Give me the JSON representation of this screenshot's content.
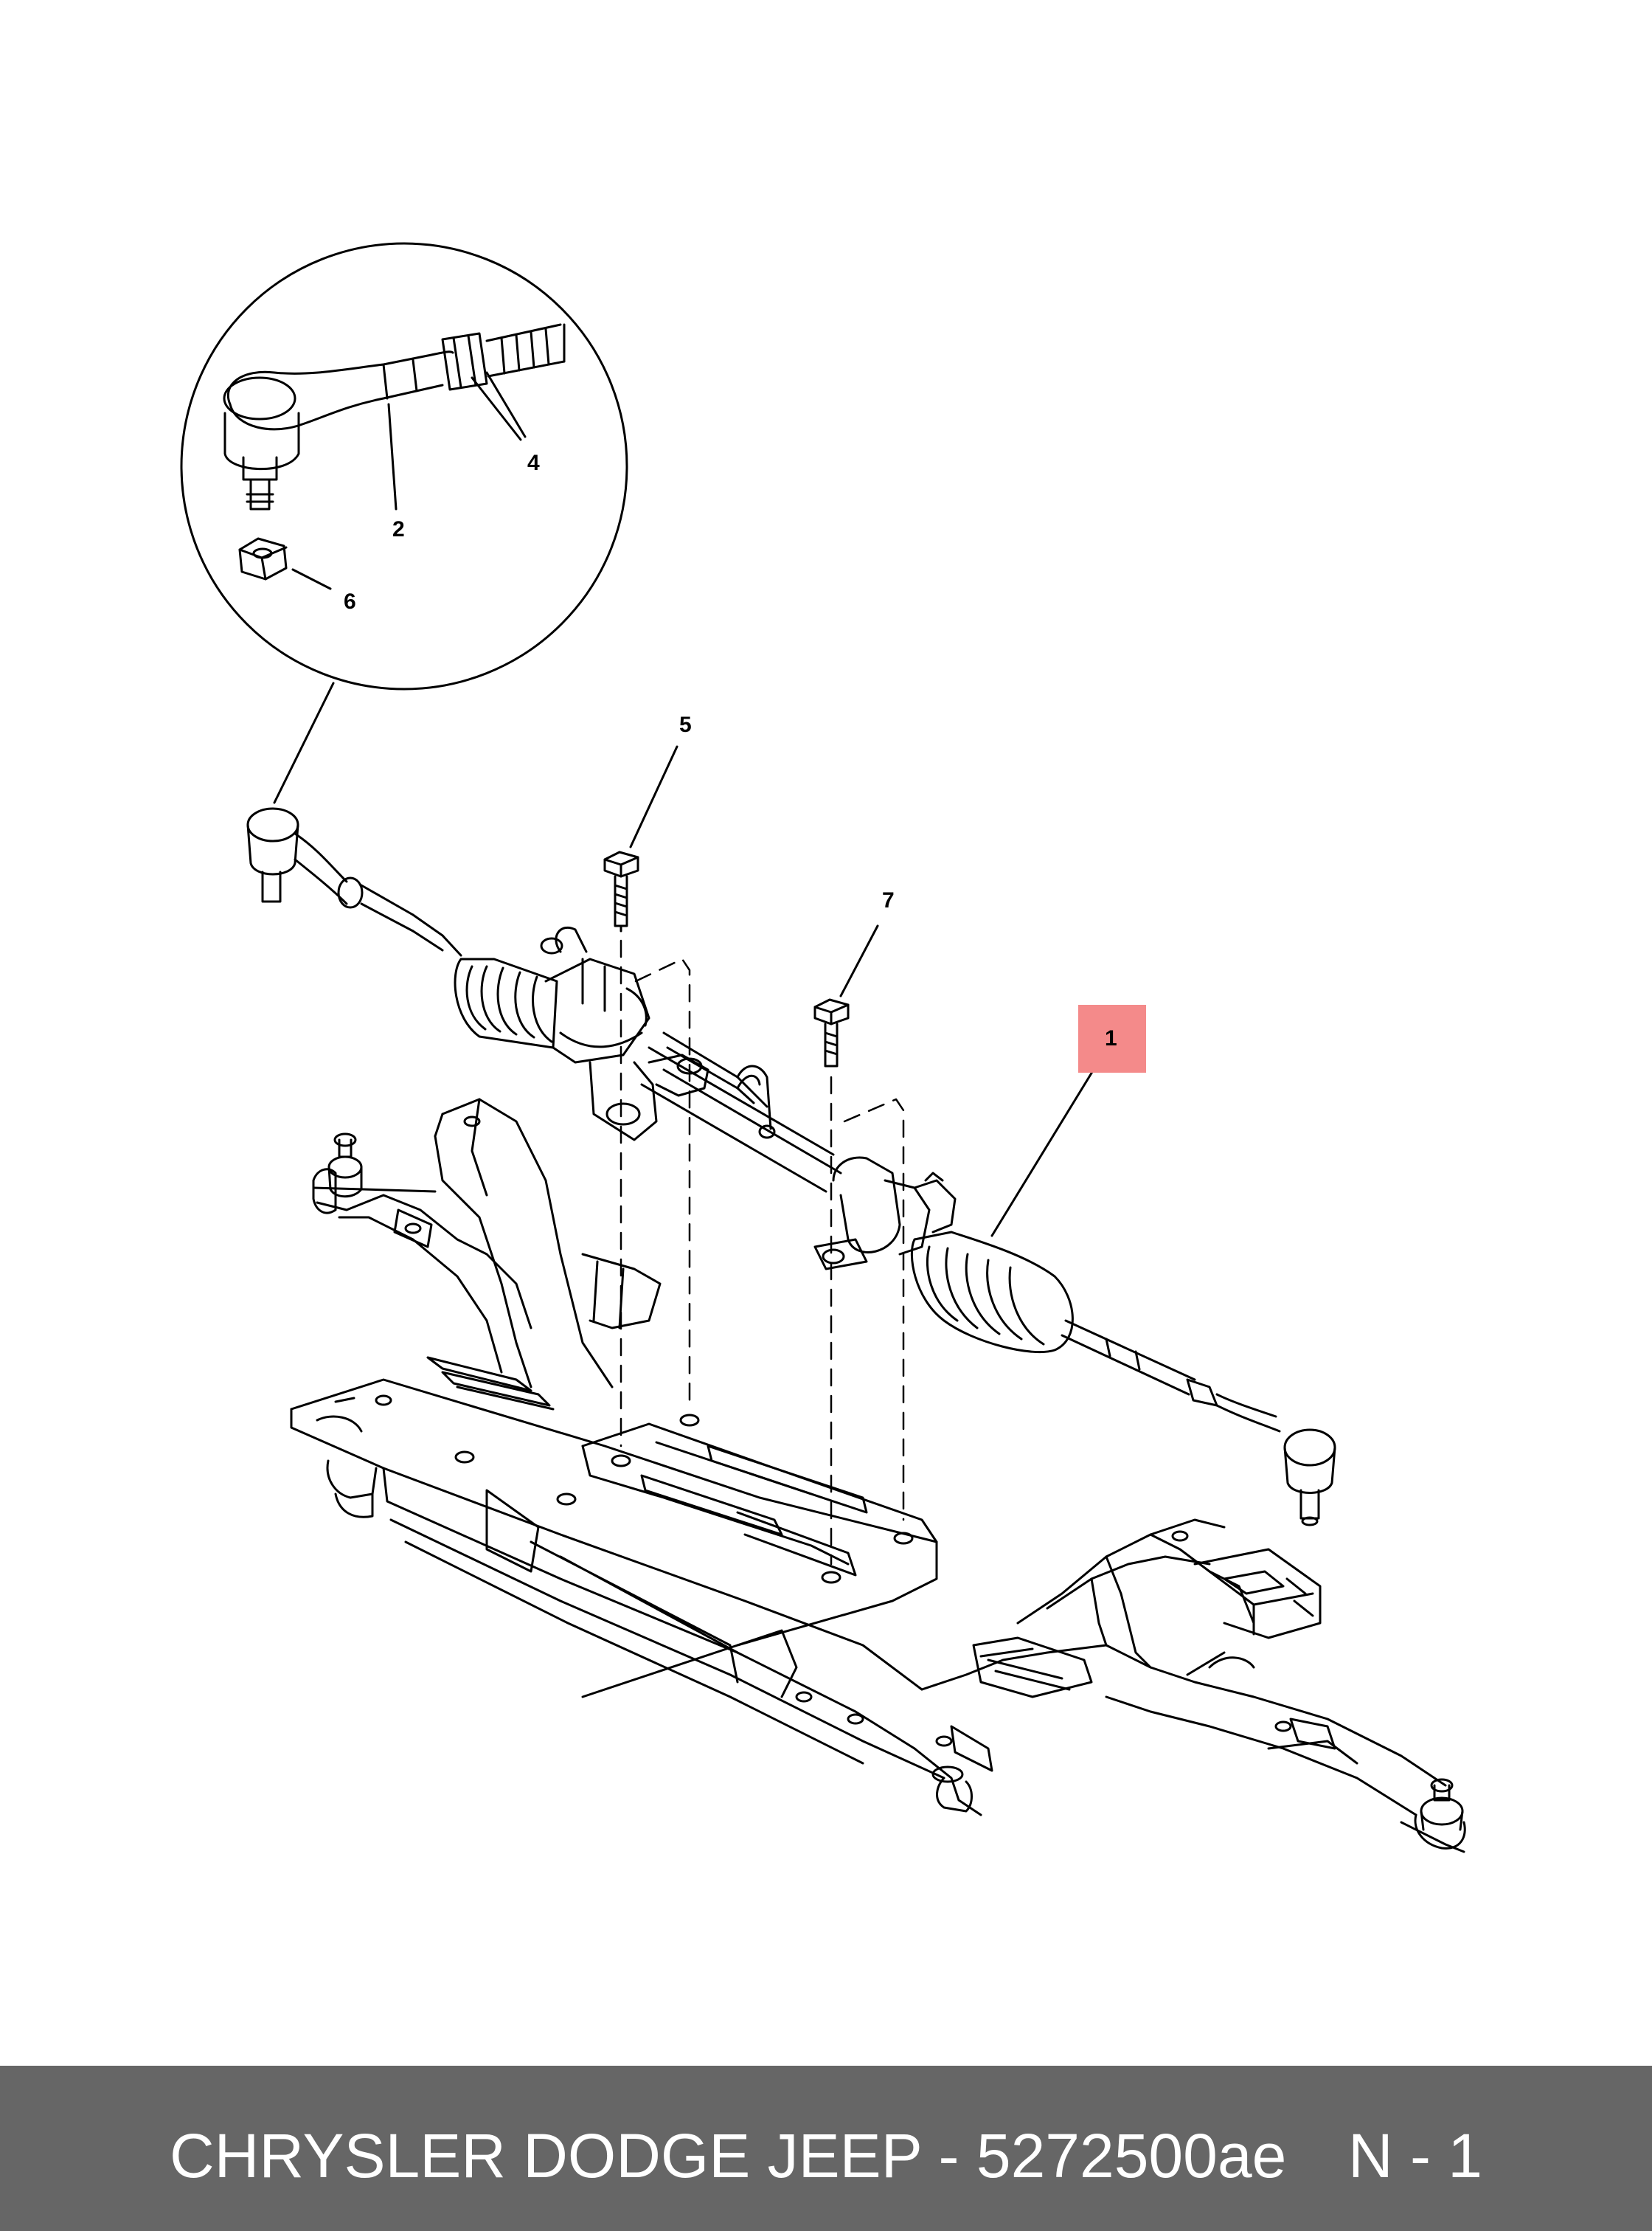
{
  "callouts": {
    "c1": "1",
    "c2": "2",
    "c4": "4",
    "c5": "5",
    "c6": "6",
    "c7": "7"
  },
  "highlight_color": "#f48a8a",
  "footer": {
    "part_text": "CHRYSLER DODGE JEEP - 5272500ae",
    "page_text": "N - 1",
    "bg_color": "#666666",
    "text_color": "#ffffff"
  }
}
